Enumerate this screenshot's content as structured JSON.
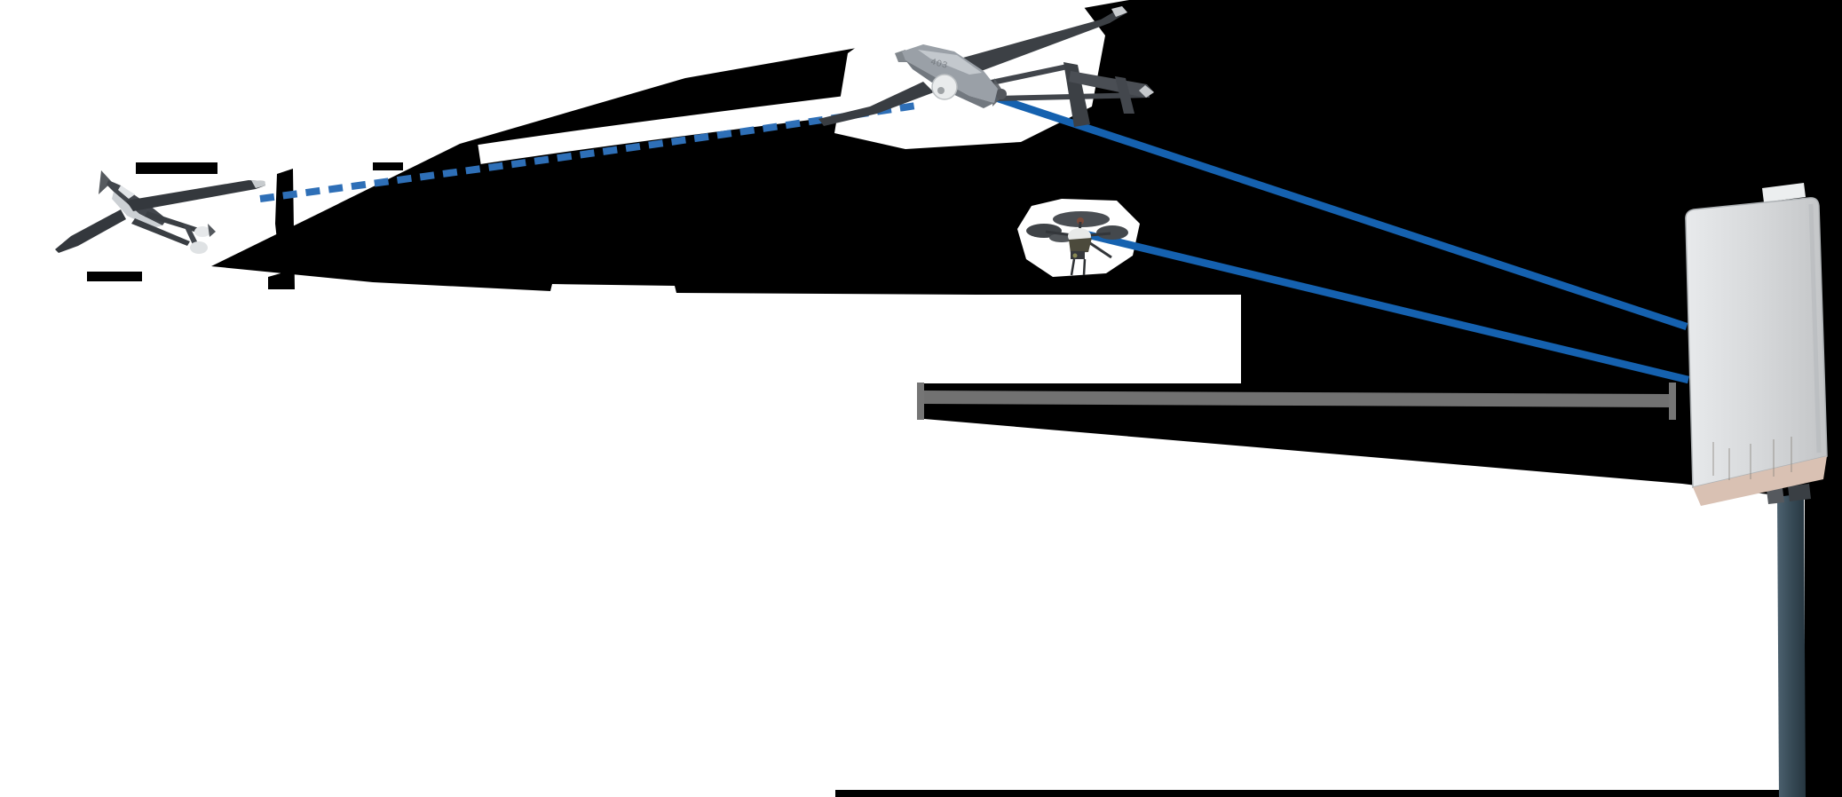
{
  "diagram": {
    "description": "UAV data-link diagram: a small fixed-wing UAV, a larger relay fixed-wing UAV and a quadcopter connected by blue radio links to a ground panel antenna on a pole",
    "colors": {
      "sky_black": "#000000",
      "page_white": "#ffffff",
      "link_solid_blue": "#1561af",
      "link_dashed_blue": "#2e6fb7",
      "range_bar_gray": "#717171",
      "range_cap_gray": "#757575",
      "airframe_dark": "#3c4045",
      "airframe_mid": "#9aa0a7",
      "airframe_light": "#c9cccf",
      "pod_white": "#e9ebec",
      "antenna_base_tan": "#d9c1b3",
      "pole_dark": "#2c3c46"
    },
    "uav_left": {
      "name": "fixed-wing-uav-left"
    },
    "uav_center": {
      "name": "fixed-wing-uav-center",
      "marking": "403"
    },
    "quadcopter": {
      "name": "quadcopter"
    },
    "antenna": {
      "name": "ground-antenna-panel"
    },
    "links": [
      {
        "from": "fixed-wing-uav-left",
        "to": "fixed-wing-uav-center",
        "style": "dashed"
      },
      {
        "from": "fixed-wing-uav-center",
        "to": "ground-antenna-panel",
        "style": "solid"
      },
      {
        "from": "quadcopter",
        "to": "ground-antenna-panel",
        "style": "solid"
      }
    ]
  }
}
